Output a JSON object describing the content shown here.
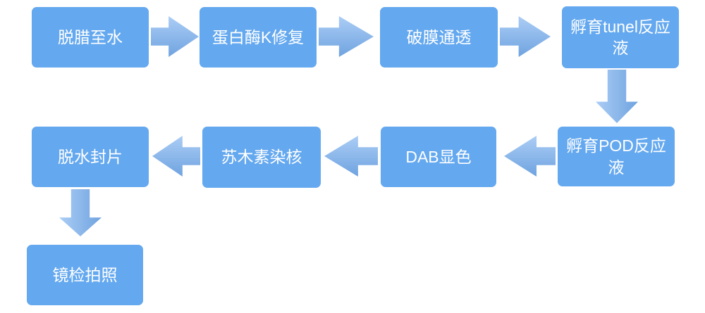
{
  "flowchart": {
    "title": "TUNEL staining workflow diagram",
    "colors": {
      "background": "#ffffff",
      "node_fill": "#64a8ef",
      "node_text": "#ffffff",
      "arrow_light": "#abcdf5",
      "arrow_dark": "#6fa3e0"
    },
    "nodes": [
      {
        "id": "dewax-to-water",
        "label": "脱腊至水"
      },
      {
        "id": "proteinase-k-repair",
        "label": "蛋白酶K修复"
      },
      {
        "id": "membrane-permeabilization",
        "label": "破膜通透"
      },
      {
        "id": "tunel-incubation",
        "label": "孵育tunel反应液"
      },
      {
        "id": "pod-incubation",
        "label": "孵育POD反应液"
      },
      {
        "id": "dab-color",
        "label": "DAB显色"
      },
      {
        "id": "hematoxylin-stain",
        "label": "苏木素染核"
      },
      {
        "id": "dehydrate-mount",
        "label": "脱水封片"
      },
      {
        "id": "microscopy-photo",
        "label": "镜检拍照"
      }
    ],
    "edges": [
      {
        "from": "dewax-to-water",
        "to": "proteinase-k-repair",
        "direction": "right"
      },
      {
        "from": "proteinase-k-repair",
        "to": "membrane-permeabilization",
        "direction": "right"
      },
      {
        "from": "membrane-permeabilization",
        "to": "tunel-incubation",
        "direction": "right"
      },
      {
        "from": "tunel-incubation",
        "to": "pod-incubation",
        "direction": "down"
      },
      {
        "from": "pod-incubation",
        "to": "dab-color",
        "direction": "left"
      },
      {
        "from": "dab-color",
        "to": "hematoxylin-stain",
        "direction": "left"
      },
      {
        "from": "hematoxylin-stain",
        "to": "dehydrate-mount",
        "direction": "left"
      },
      {
        "from": "dehydrate-mount",
        "to": "microscopy-photo",
        "direction": "down"
      }
    ]
  }
}
